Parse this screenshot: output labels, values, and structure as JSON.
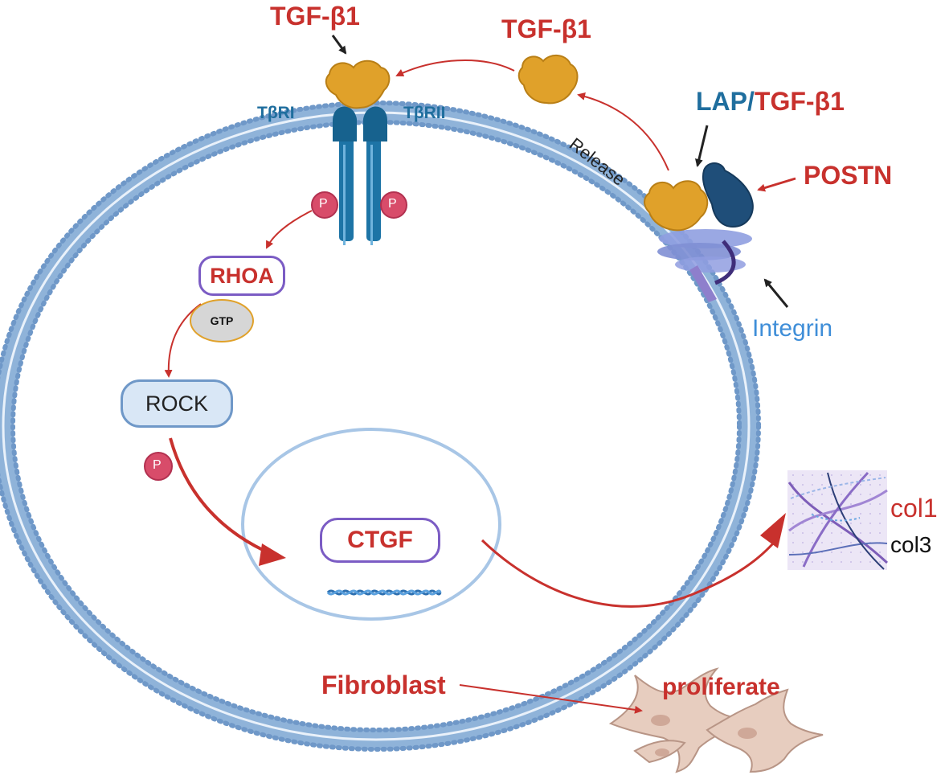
{
  "labels": {
    "tgf_top": "TGF-β1",
    "tgf_free": "TGF-β1",
    "lap": "LAP",
    "slash": "/",
    "tgf_lap": "TGF-β1",
    "postn": "POSTN",
    "integrin": "Integrin",
    "release": "Release",
    "tbri": "TβRI",
    "tbrii": "TβRII",
    "p": "P",
    "rhoa": "RHOA",
    "gtp": "GTP",
    "rock": "ROCK",
    "ctgf": "CTGF",
    "col1": "col1",
    "col3": "col3",
    "fibroblast": "Fibroblast",
    "proliferate": "proliferate"
  },
  "colors": {
    "red": "#c8312d",
    "dark_blue": "#1f6e9e",
    "light_blue": "#3f8ed8",
    "membrane": "#8fb3d9",
    "tgf_gold": "#e0a12a",
    "receptor": "#1d74a6",
    "postn": "#1f4e79",
    "integrin": "#7f8fd4",
    "phospho": "#d84c6a",
    "pill_border": "#7b5cc4",
    "rock_fill": "#d9e7f6",
    "gtp_fill": "#d6d6d6",
    "fibroblast": "#e7cdbf"
  },
  "icons": [
    "tgf-beta1-ligand-icon",
    "receptor-icon",
    "postn-icon",
    "integrin-icon",
    "phospho-icon",
    "dna-icon",
    "collagen-fibers-icon",
    "fibroblast-cell-icon"
  ]
}
